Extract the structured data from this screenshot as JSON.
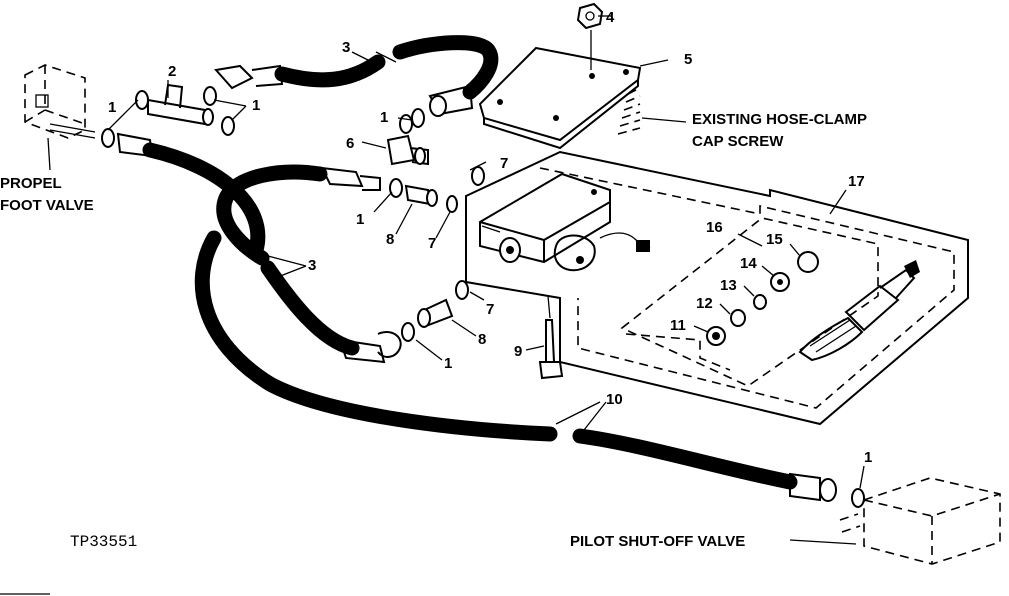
{
  "callouts": {
    "c1": "1",
    "c2": "2",
    "c3": "3",
    "c4": "4",
    "c5": "5",
    "c6": "6",
    "c7": "7",
    "c8": "8",
    "c9": "9",
    "c10": "10",
    "c11": "11",
    "c12": "12",
    "c13": "13",
    "c14": "14",
    "c15": "15",
    "c16": "16",
    "c17": "17"
  },
  "labels": {
    "propel_line1": "PROPEL",
    "propel_line2": "FOOT VALVE",
    "existing_line1": "EXISTING HOSE-CLAMP",
    "existing_line2": "CAP SCREW",
    "pilot": "PILOT SHUT-OFF VALVE",
    "figure_id": "TP33551"
  }
}
